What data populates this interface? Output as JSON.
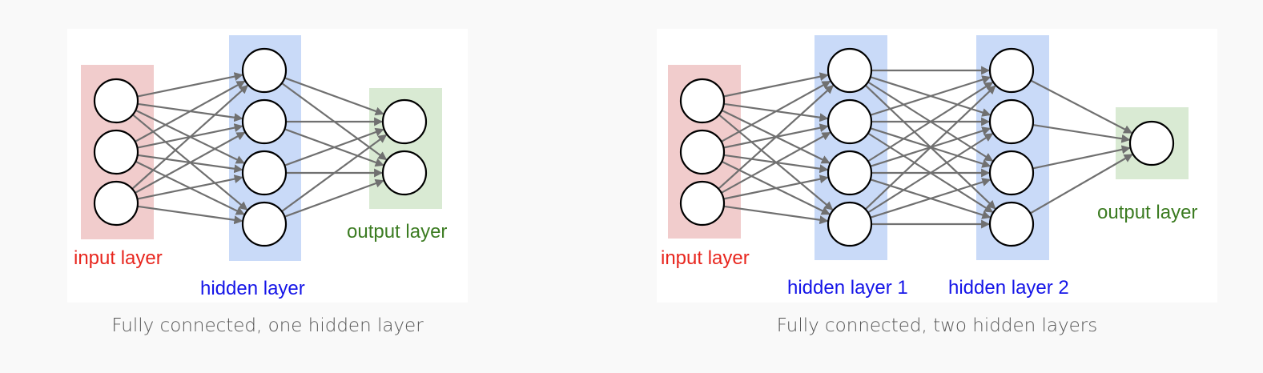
{
  "figures": [
    {
      "caption": "Fully connected, one hidden layer",
      "labels": {
        "input": "input layer",
        "hidden": "hidden layer",
        "output": "output layer"
      },
      "layers": [
        3,
        4,
        2
      ]
    },
    {
      "caption": "Fully connected, two hidden layers",
      "labels": {
        "input": "input layer",
        "hidden1": "hidden layer 1",
        "hidden2": "hidden layer 2",
        "output": "output layer"
      },
      "layers": [
        3,
        4,
        4,
        1
      ]
    }
  ],
  "colors": {
    "input_band": "#f1cccc",
    "hidden_band": "#c9daf8",
    "output_band": "#d9ead3",
    "input_text": "#e8261e",
    "hidden_text": "#1515e8",
    "output_text": "#3c7c22",
    "edge": "#707070"
  }
}
